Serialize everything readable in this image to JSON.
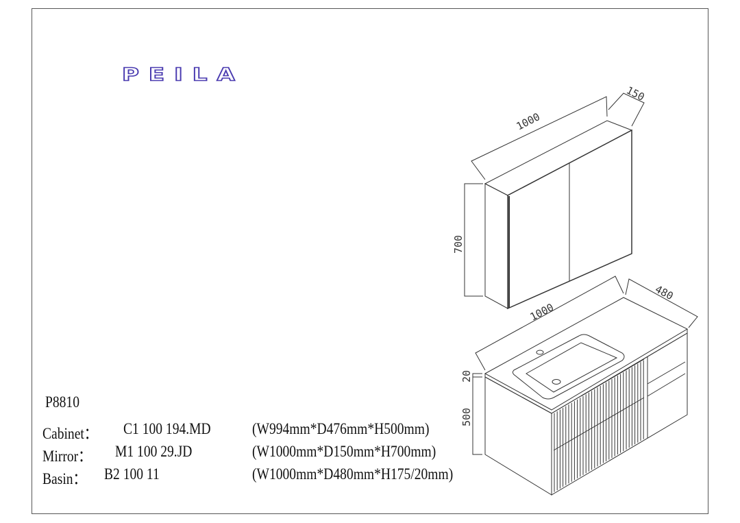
{
  "logo": "PEILA",
  "model": "P8810",
  "items": [
    {
      "label": "Cabinet：",
      "code": "C1 100 194.MD",
      "size": "(W994mm*D476mm*H500mm)"
    },
    {
      "label": "Mirror：",
      "code": "M1 100 29.JD",
      "size": "(W1000mm*D150mm*H700mm)"
    },
    {
      "label": "Basin：",
      "code": "B2 100 11",
      "size": "(W1000mm*D480mm*H175/20mm)"
    }
  ],
  "dimensions": {
    "mirror_width": "1000",
    "mirror_depth": "150",
    "mirror_height": "700",
    "vanity_width": "1000",
    "vanity_depth": "480",
    "top_thickness": "20",
    "cabinet_height": "500"
  },
  "colors": {
    "logo": "#4a3bb0",
    "line": "#333333"
  }
}
